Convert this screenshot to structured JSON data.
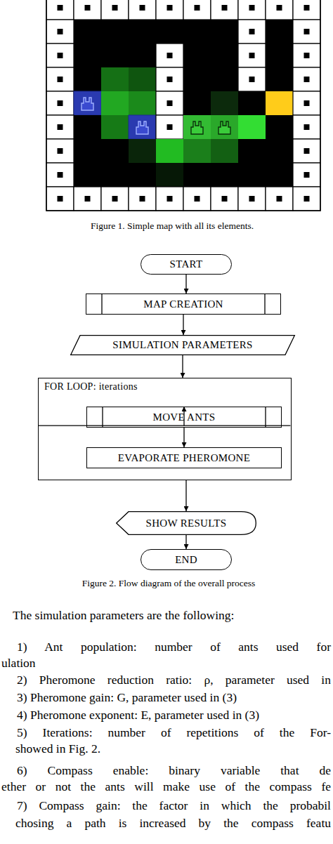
{
  "diagram": {
    "nodes": [
      {
        "text": [
          "START"
        ]
      },
      {
        "text": [
          "MAP CREATION"
        ]
      },
      {
        "text": [
          "SIMULATION PARAMETERS"
        ]
      },
      {
        "text": [
          "FOR LOOP: iterations"
        ]
      },
      {
        "text": [
          "MOVE ANTS"
        ],
        "in": 3
      },
      {
        "text": [
          "EVAPORATE PHEROMONE"
        ],
        "in": 3
      },
      {
        "text": [
          "SHOW RESULTS"
        ]
      },
      {
        "text": [
          "END"
        ]
      }
    ],
    "edges": [
      {
        "from": 0,
        "to": 1,
        "arrow": "to"
      },
      {
        "from": 1,
        "to": 2,
        "arrow": "to"
      },
      {
        "from": 2,
        "to": 3,
        "arrow": "to"
      },
      {
        "from": 3,
        "to": 4,
        "arrow": "to"
      },
      {
        "from": 4,
        "to": 5,
        "arrow": "to"
      },
      {
        "from": 3,
        "to": 6,
        "arrow": "to"
      },
      {
        "from": 6,
        "to": 7,
        "arrow": "to"
      }
    ],
    "labels": [
      "Figure 1. Simple map with all its elements.",
      "Figure 2. Flow diagram of the overall process",
      "The simulation parameters are the following:",
      "1) Ant population: number of ants used for",
      "ulation",
      "2) Pheromone reduction ratio: ρ, parameter used in",
      "3) Pheromone gain: G, parameter used in (3)",
      "4) Pheromone exponent: E, parameter used in (3)",
      "5) Iterations: number of repetitions of the For-",
      "showed in Fig. 2.",
      "6) Compass enable: binary variable that de",
      "ether or not the ants will make use of the compass fe",
      "7) Compass gain: the factor in which the probabil",
      "chosing a path is increased by the compass featu"
    ]
  }
}
